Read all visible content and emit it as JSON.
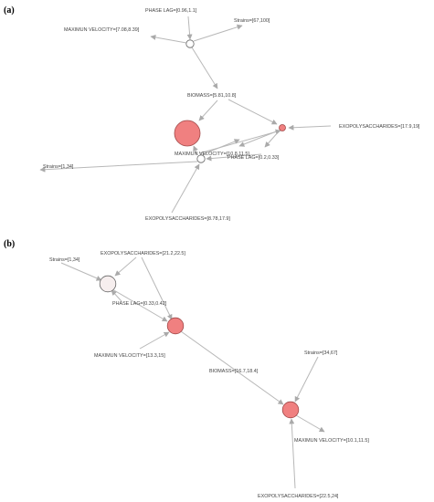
{
  "colors": {
    "node_red": "#f08080",
    "node_red_stroke": "#a04848",
    "node_pale": "#f6eeee",
    "node_pale_stroke": "#666666",
    "node_white": "#ffffff",
    "edge": "#b8b8b8",
    "arrow": "#aaaaaa",
    "label": "#444444"
  },
  "panel_a": {
    "panel_label": "(a)",
    "labels": {
      "phase_lag_1": "PHASE LAG=[0.96,1.1]",
      "strains_1": "Strains=[67,100]",
      "max_vel_1": "MAXIMUN VELOCITY=[7.08,8.39]",
      "biomass_1": "BIOMASS=[5.81,10.8]",
      "exopoly_1": "EXOPOLYSACCHARIDES=[17.9,19]",
      "max_vel_2": "MAXIMUN VELOCITY=[10.8,11.5]",
      "phase_lag_2": "PHASE LAG=[0.2,0.33]",
      "strains_2": "Strains=[1,34]",
      "exopoly_2": "EXOPOLYSACCHARIDES=[8.78,17.9]"
    }
  },
  "panel_b": {
    "panel_label": "(b)",
    "labels": {
      "exopoly_1": "EXOPOLYSACCHARIDES=[21.2,22.5]",
      "strains_1": "Strains=[1,34]",
      "phase_lag": "PHASE LAG=[0.33,0.42]",
      "max_vel_1": "MAXIMUN VELOCITY=[13.3,15]",
      "biomass": "BIOMASS=[16.7,18.4]",
      "strains_2": "Strains=[34,67]",
      "max_vel_2": "MAXIMUN VELOCITY=[10.1,11.5]",
      "exopoly_2": "EXOPOLYSACCHARIDES=[22.5,24]"
    }
  }
}
